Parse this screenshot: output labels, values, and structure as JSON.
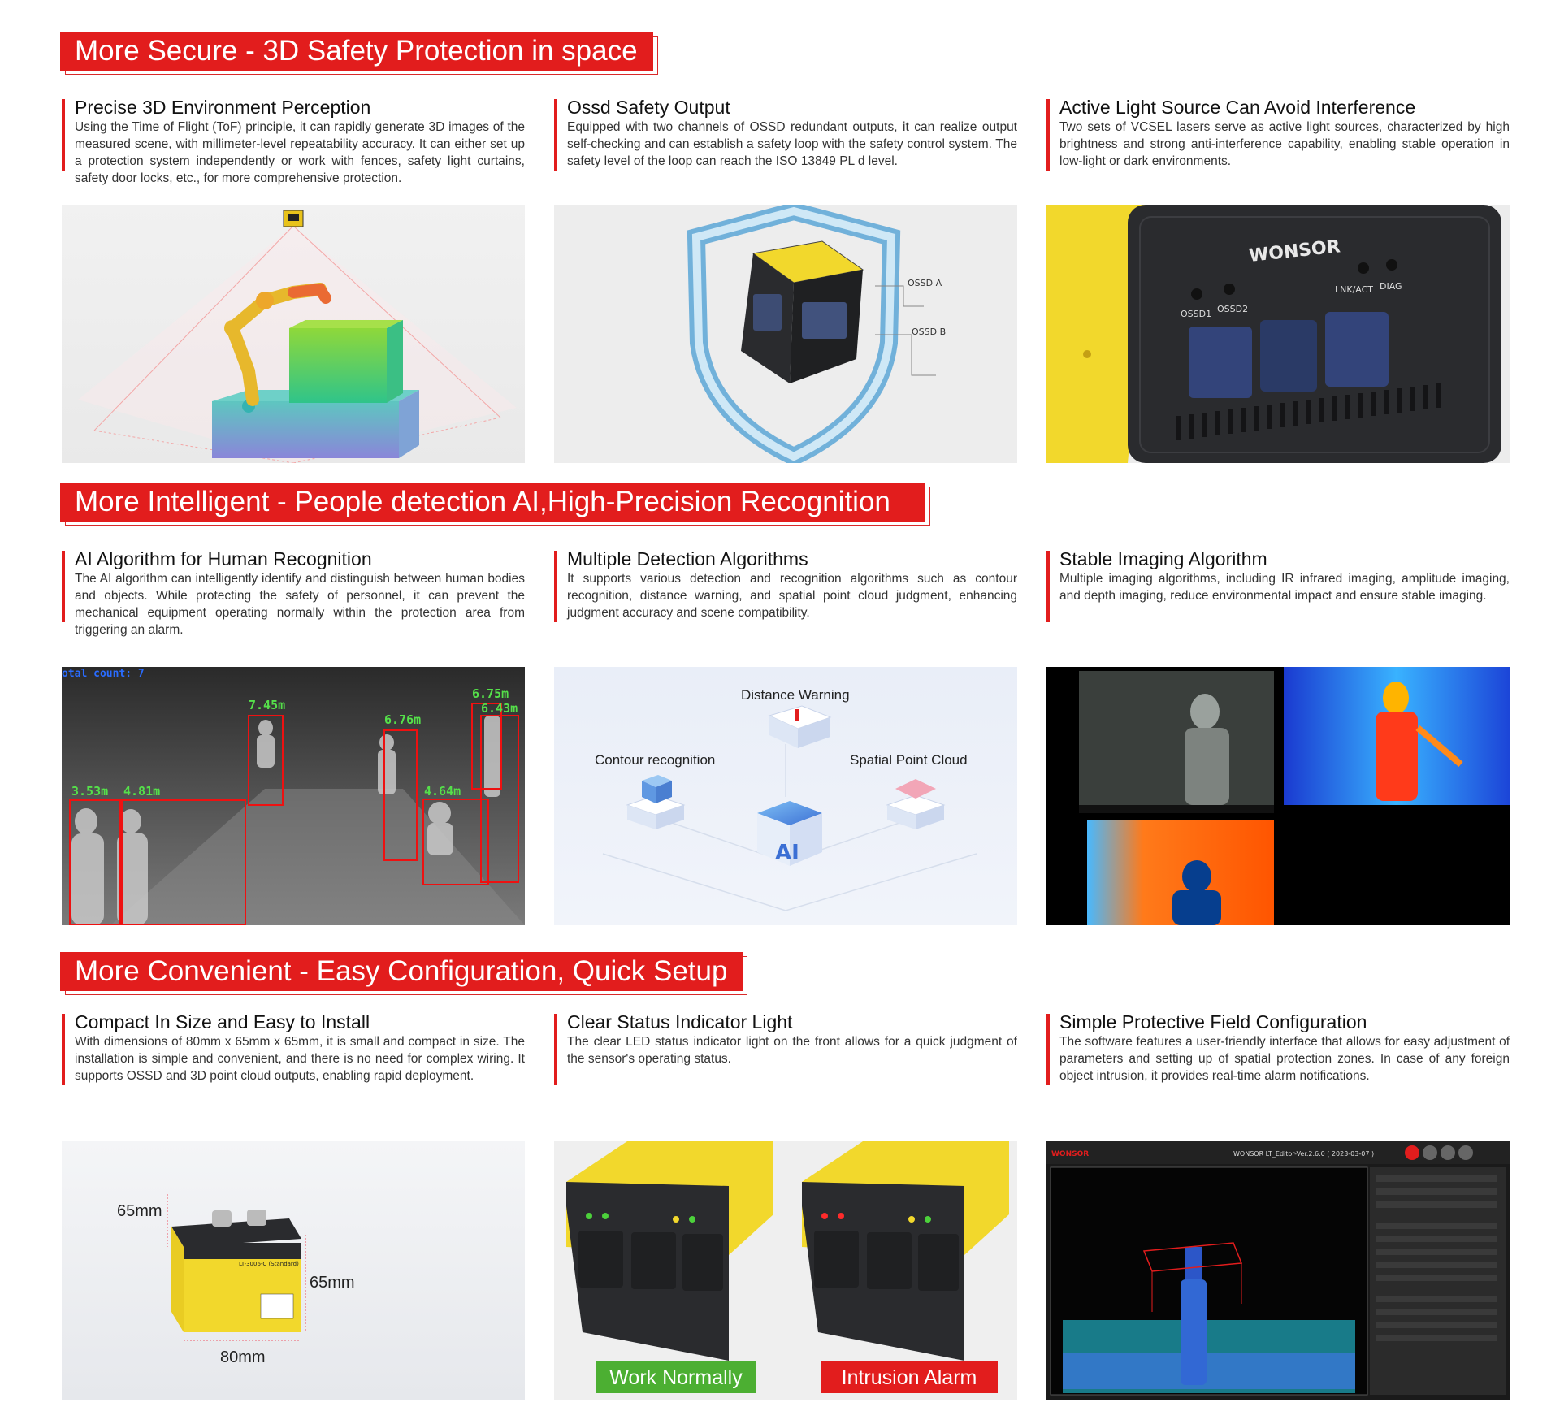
{
  "sections": [
    {
      "title": "More Secure - 3D Safety Protection in space",
      "features": [
        {
          "title": "Precise 3D Environment Perception",
          "text": "Using the Time of Flight (ToF) principle, it can rapidly generate 3D images of the measured scene, with millimeter-level repeatability accuracy. It can either set up a protection system independently or work with fences, safety light curtains, safety door locks, etc., for more comprehensive protection."
        },
        {
          "title": "Ossd Safety Output",
          "text": "Equipped with two channels of OSSD redundant outputs, it can realize output self-checking and can establish a safety loop with the safety control system. The safety level of the loop can reach the ISO 13849 PL d level."
        },
        {
          "title": "Active Light Source Can Avoid Interference",
          "text": "Two sets of VCSEL lasers serve as active light sources, characterized by high brightness and strong anti-interference capability, enabling stable operation in low-light or dark environments."
        }
      ]
    },
    {
      "title": "More Intelligent - People detection AI,High-Precision Recognition",
      "features": [
        {
          "title": "AI Algorithm for Human Recognition",
          "text": "The AI algorithm can intelligently identify and distinguish between human bodies and objects. While protecting the safety of personnel, it can prevent the mechanical equipment operating normally within the protection area from triggering an alarm."
        },
        {
          "title": "Multiple Detection Algorithms",
          "text": "It supports various detection and recognition algorithms such as contour recognition, distance warning, and spatial point cloud judgment, enhancing judgment accuracy and scene compatibility."
        },
        {
          "title": "Stable Imaging Algorithm",
          "text": "Multiple imaging algorithms, including IR infrared imaging, amplitude imaging, and depth imaging, reduce environmental impact and ensure stable imaging."
        }
      ]
    },
    {
      "title": "More Convenient - Easy Configuration, Quick Setup",
      "features": [
        {
          "title": "Compact In Size and Easy to Install",
          "text": "With dimensions of 80mm x 65mm x 65mm, it is small and compact in size. The installation is simple and convenient, and there is no need for complex wiring. It supports OSSD and 3D point cloud outputs, enabling rapid deployment."
        },
        {
          "title": "Clear Status Indicator Light",
          "text": "The clear LED status indicator light on the front allows for a quick judgment of the sensor's operating status."
        },
        {
          "title": "Simple Protective Field Configuration",
          "text": "The software features a user-friendly interface that allows for easy adjustment of parameters and setting up of spatial protection zones. In case of any foreign object intrusion, it provides real-time alarm notifications."
        }
      ]
    }
  ],
  "images": {
    "ossd": {
      "a": "OSSD A",
      "b": "OSSD B"
    },
    "sensor": {
      "brand": "WONSOR",
      "ossd1": "OSSD1",
      "ossd2": "OSSD2",
      "lnk": "LNK/ACT",
      "diag": "DIAG"
    },
    "detection": {
      "count": "otal count: 7",
      "labels": [
        "7.45m",
        "6.75m",
        "6.43m",
        "6.76m",
        "3.53m",
        "4.81m",
        "4.64m"
      ]
    },
    "algorithms": {
      "distance": "Distance Warning",
      "contour": "Contour recognition",
      "spatial": "Spatial Point Cloud",
      "ai": "AI"
    },
    "dimensions": {
      "top": "65mm",
      "side": "65mm",
      "bottom": "80mm",
      "model": "LT-3006-C (Standard)"
    },
    "status": {
      "normal": "Work Normally",
      "alarm": "Intrusion Alarm"
    },
    "software": {
      "brand": "WONSOR",
      "title": "WONSOR LT_Editor-Ver.2.6.0 ( 2023-03-07 )"
    }
  },
  "colors": {
    "accent": "#e21d1d",
    "sensor_yellow": "#f2d82c",
    "status_green": "#4caf32",
    "detect_green": "#55e04a"
  }
}
